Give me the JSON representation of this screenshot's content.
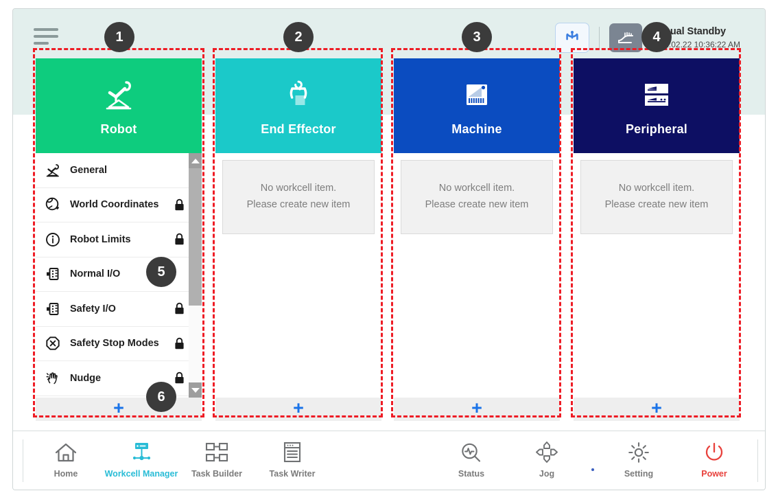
{
  "app": {
    "mode_status": "Manual Standby",
    "timestamp": "2022.02.22 10:36:22 AM",
    "menu_icon": "hamburger-icon",
    "reset_icon": "robot-reset-icon",
    "mode_icon": "manual-hand-icon"
  },
  "panels": [
    {
      "title": "Robot",
      "color": "#0ecc7e",
      "icon": "robot-arm-icon",
      "add_label": "+",
      "menu": [
        {
          "label": "General",
          "icon": "robot-arm-small-icon",
          "locked": false
        },
        {
          "label": "World Coordinates",
          "icon": "globe-coordinates-icon",
          "locked": true
        },
        {
          "label": "Robot Limits",
          "icon": "limits-circle-icon",
          "locked": true
        },
        {
          "label": "Normal I/O",
          "icon": "io-port-icon",
          "locked": false
        },
        {
          "label": "Safety I/O",
          "icon": "io-port-icon",
          "locked": true
        },
        {
          "label": "Safety Stop Modes",
          "icon": "stop-octagon-icon",
          "locked": true
        },
        {
          "label": "Nudge",
          "icon": "hand-nudge-icon",
          "locked": true
        }
      ]
    },
    {
      "title": "End Effector",
      "color": "#1bc9c9",
      "icon": "gripper-icon",
      "add_label": "+",
      "empty_line1": "No workcell item.",
      "empty_line2": "Please create new item"
    },
    {
      "title": "Machine",
      "color": "#0b4cc0",
      "icon": "machine-chart-icon",
      "add_label": "+",
      "empty_line1": "No workcell item.",
      "empty_line2": "Please create new item"
    },
    {
      "title": "Peripheral",
      "color": "#0d0f63",
      "icon": "server-rack-icon",
      "add_label": "+",
      "empty_line1": "No workcell item.",
      "empty_line2": "Please create new item"
    }
  ],
  "bottom_nav": {
    "left": [
      {
        "label": "Home",
        "icon": "home-icon",
        "active": false
      },
      {
        "label": "Workcell Manager",
        "icon": "workcell-manager-icon",
        "active": true
      },
      {
        "label": "Task Builder",
        "icon": "task-builder-icon",
        "active": false
      },
      {
        "label": "Task Writer",
        "icon": "task-writer-icon",
        "active": false
      }
    ],
    "right": [
      {
        "label": "Status",
        "icon": "status-scope-icon",
        "accent": false
      },
      {
        "label": "Jog",
        "icon": "jog-dpad-icon",
        "accent": false
      },
      {
        "label": "Setting",
        "icon": "gear-icon",
        "accent": false
      },
      {
        "label": "Power",
        "icon": "power-icon",
        "accent": true
      }
    ]
  },
  "annotations": [
    {
      "number": "1"
    },
    {
      "number": "2"
    },
    {
      "number": "3"
    },
    {
      "number": "4"
    },
    {
      "number": "5"
    },
    {
      "number": "6"
    }
  ]
}
